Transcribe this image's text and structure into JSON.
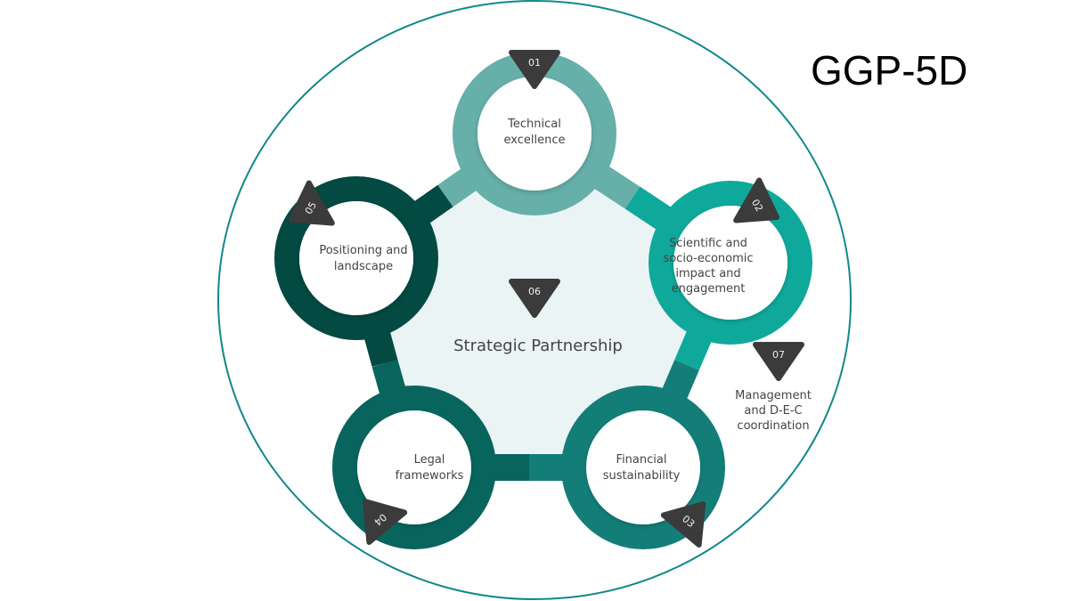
{
  "title": "GGP-5D",
  "center_label": "Strategic Partnership",
  "colors": {
    "outer_ring": "#13888a",
    "pentagon_fill": "#eaf4f5",
    "badge": "#3b3b3b",
    "node1": "#67afa9",
    "node2": "#0fa99b",
    "node3": "#137e78",
    "node4": "#08655e",
    "node5": "#024a42"
  },
  "nodes": [
    {
      "number": "01",
      "line1": "Technical",
      "line2": "excellence"
    },
    {
      "number": "02",
      "line1": "Scientific and",
      "line2": "socio-economic",
      "line3": "impact and",
      "line4": "engagement"
    },
    {
      "number": "03",
      "line1": "Financial",
      "line2": "sustainability"
    },
    {
      "number": "04",
      "line1": "Legal",
      "line2": "frameworks"
    },
    {
      "number": "05",
      "line1": "Positioning and",
      "line2": "landscape"
    }
  ],
  "center_badge": "06",
  "extra": {
    "number": "07",
    "line1": "Management",
    "line2": "and D-E-C",
    "line3": "coordination"
  }
}
